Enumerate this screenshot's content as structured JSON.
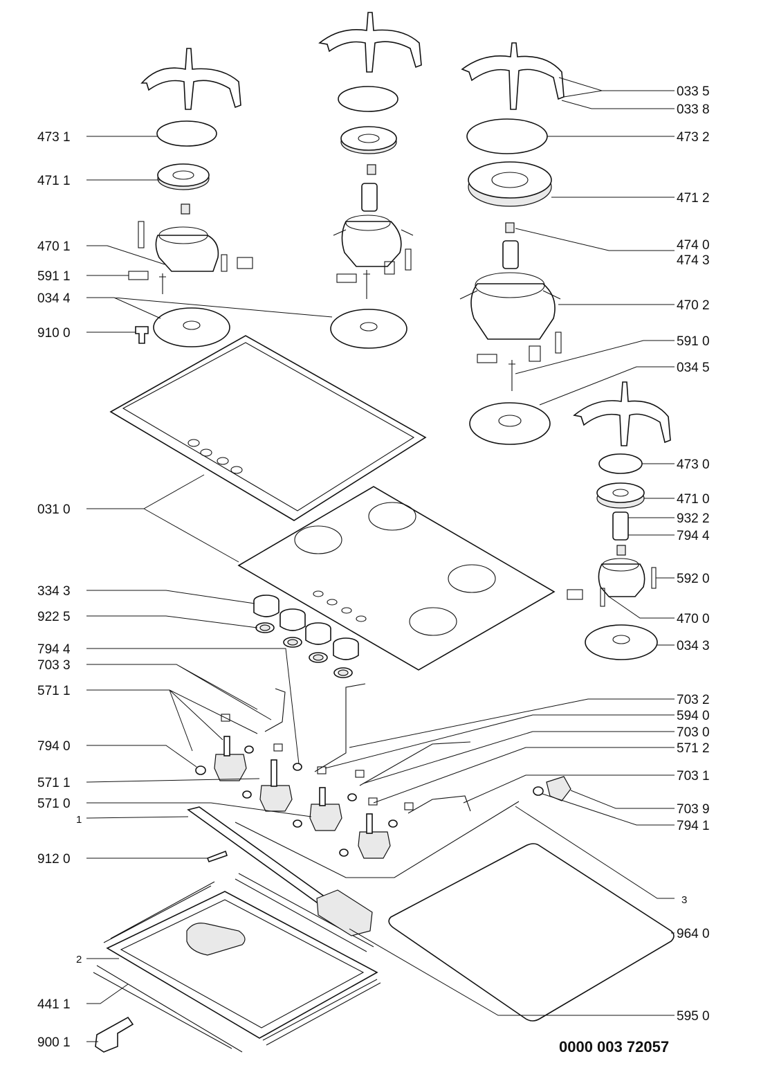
{
  "diagram": {
    "reference_number": "0000 003 72057",
    "labels": [
      {
        "id": "l-473-1",
        "text": "473 1"
      },
      {
        "id": "l-471-1",
        "text": "471 1"
      },
      {
        "id": "l-470-1",
        "text": "470 1"
      },
      {
        "id": "l-591-1",
        "text": "591 1"
      },
      {
        "id": "l-034-4",
        "text": "034 4"
      },
      {
        "id": "l-910-0",
        "text": "910 0"
      },
      {
        "id": "l-031-0",
        "text": "031 0"
      },
      {
        "id": "l-334-3",
        "text": "334 3"
      },
      {
        "id": "l-922-5",
        "text": "922 5"
      },
      {
        "id": "l-794-4-left",
        "text": "794 4"
      },
      {
        "id": "l-703-3",
        "text": "703 3"
      },
      {
        "id": "l-571-1-a",
        "text": "571 1"
      },
      {
        "id": "l-794-0",
        "text": "794 0"
      },
      {
        "id": "l-571-1-b",
        "text": "571 1"
      },
      {
        "id": "l-571-0",
        "text": "571 0"
      },
      {
        "id": "l-1",
        "text": "1"
      },
      {
        "id": "l-912-0",
        "text": "912 0"
      },
      {
        "id": "l-2",
        "text": "2"
      },
      {
        "id": "l-441-1",
        "text": "441 1"
      },
      {
        "id": "l-900-1",
        "text": "900 1"
      },
      {
        "id": "l-033-5",
        "text": "033 5"
      },
      {
        "id": "l-033-8",
        "text": "033 8"
      },
      {
        "id": "l-473-2",
        "text": "473 2"
      },
      {
        "id": "l-471-2",
        "text": "471 2"
      },
      {
        "id": "l-474-0",
        "text": "474 0"
      },
      {
        "id": "l-474-3",
        "text": "474 3"
      },
      {
        "id": "l-470-2",
        "text": "470 2"
      },
      {
        "id": "l-591-0",
        "text": "591 0"
      },
      {
        "id": "l-034-5",
        "text": "034 5"
      },
      {
        "id": "l-473-0",
        "text": "473 0"
      },
      {
        "id": "l-471-0",
        "text": "471 0"
      },
      {
        "id": "l-932-2",
        "text": "932 2"
      },
      {
        "id": "l-794-4-right",
        "text": "794 4"
      },
      {
        "id": "l-592-0",
        "text": "592 0"
      },
      {
        "id": "l-470-0",
        "text": "470 0"
      },
      {
        "id": "l-034-3",
        "text": "034 3"
      },
      {
        "id": "l-703-2",
        "text": "703 2"
      },
      {
        "id": "l-594-0",
        "text": "594 0"
      },
      {
        "id": "l-703-0",
        "text": "703 0"
      },
      {
        "id": "l-571-2",
        "text": "571 2"
      },
      {
        "id": "l-703-1",
        "text": "703 1"
      },
      {
        "id": "l-703-9",
        "text": "703 9"
      },
      {
        "id": "l-794-1",
        "text": "794 1"
      },
      {
        "id": "l-3",
        "text": "3"
      },
      {
        "id": "l-964-0",
        "text": "964 0"
      },
      {
        "id": "l-595-0",
        "text": "595 0"
      }
    ]
  }
}
